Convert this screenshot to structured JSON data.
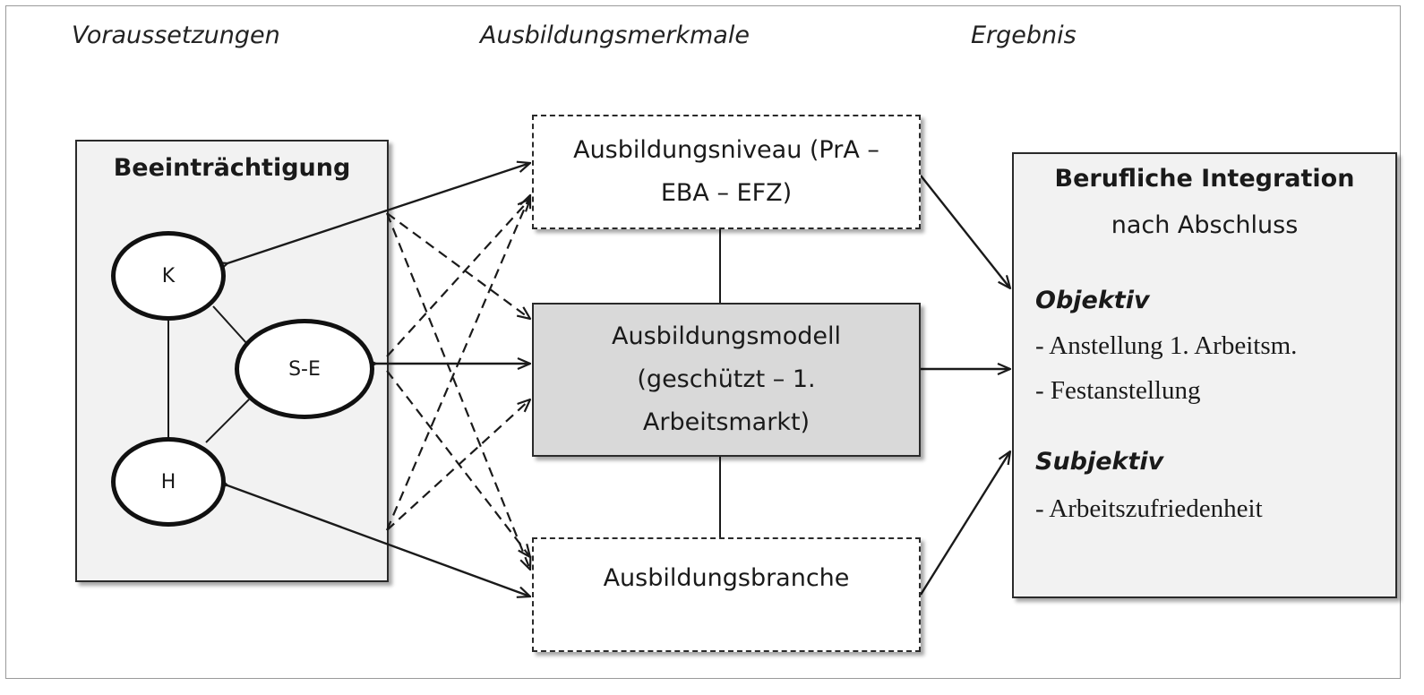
{
  "headers": {
    "col1": "Voraussetzungen",
    "col2": "Ausbildungsmerkmale",
    "col3": "Ergebnis"
  },
  "left": {
    "title": "Beeinträchtigung",
    "nodes": {
      "k": "K",
      "se": "S-E",
      "h": "H"
    }
  },
  "middle": {
    "niveau": {
      "line1": "Ausbildungsniveau (PrA –",
      "line2": "EBA – EFZ)"
    },
    "modell": {
      "line1": "Ausbildungsmodell",
      "line2": "(geschützt – 1.",
      "line3": "Arbeitsmarkt)"
    },
    "branche": "Ausbildungsbranche"
  },
  "right": {
    "title": "Berufliche Integration",
    "subtitle": "nach Abschluss",
    "objektiv_heading": "Objektiv",
    "objektiv_items": [
      "- Anstellung 1. Arbeitsm.",
      "- Festanstellung"
    ],
    "subjektiv_heading": "Subjektiv",
    "subjektiv_items": [
      "- Arbeitszufriedenheit"
    ]
  },
  "colors": {
    "stroke": "#1a1a1a",
    "model_fill": "#d9d9d9",
    "panel_fill": "#f2f2f2"
  }
}
